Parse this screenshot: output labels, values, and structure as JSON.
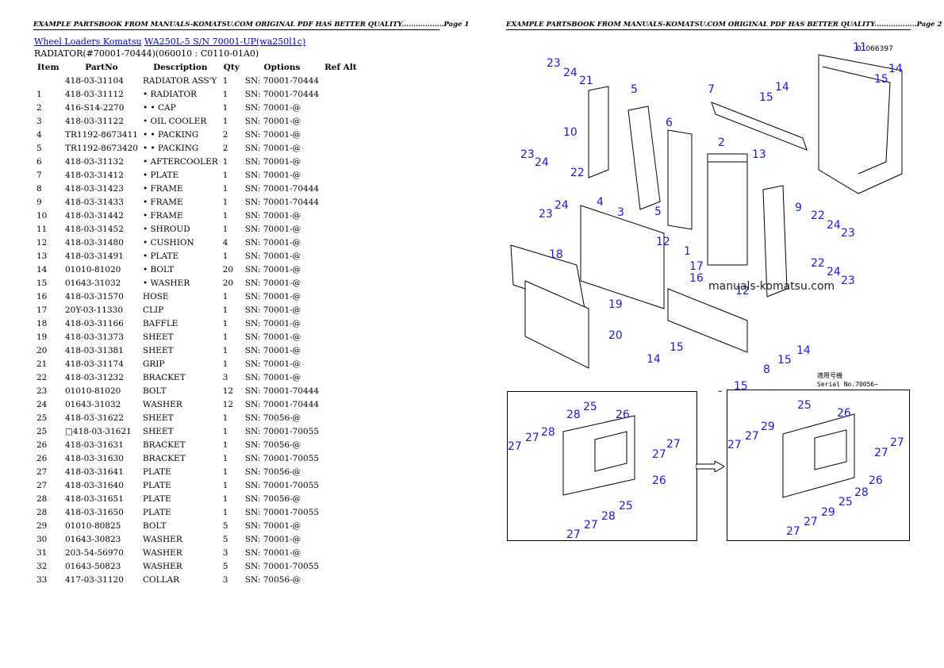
{
  "header_left": "EXAMPLE PARTSBOOK FROM MANUALS-KOMATSU.COM ORIGINAL PDF HAS BETTER QUALITY..................Page 1",
  "header_right": "EXAMPLE PARTSBOOK FROM MANUALS-KOMATSU.COM ORIGINAL PDF HAS BETTER QUALITY..................Page 2",
  "breadcrumb": {
    "link1": "Wheel Loaders Komatsu",
    "link2": "WA250L-5 S/N 70001-UP(wa250l1c)"
  },
  "subtitle": "RADIATOR(#70001-70444)(060010 : C0110-01A0)",
  "columns": [
    "Item",
    "PartNo",
    "Description",
    "Qty",
    "Options",
    "Ref Alt"
  ],
  "rows": [
    [
      "",
      "418-03-31104",
      "RADIATOR ASS'Y",
      "1",
      "SN: 70001-70444"
    ],
    [
      "1",
      "418-03-31112",
      "• RADIATOR",
      "1",
      "SN: 70001-70444"
    ],
    [
      "2",
      "416-S14-2270",
      "• • CAP",
      "1",
      "SN: 70001-@"
    ],
    [
      "3",
      "418-03-31122",
      "• OIL COOLER",
      "1",
      "SN: 70001-@"
    ],
    [
      "4",
      "TR1192-8673411",
      "• • PACKING",
      "2",
      "SN: 70001-@"
    ],
    [
      "5",
      "TR1192-8673420",
      "• • PACKING",
      "2",
      "SN: 70001-@"
    ],
    [
      "6",
      "418-03-31132",
      "• AFTERCOOLER",
      "1",
      "SN: 70001-@"
    ],
    [
      "7",
      "418-03-31412",
      "• PLATE",
      "1",
      "SN: 70001-@"
    ],
    [
      "8",
      "418-03-31423",
      "• FRAME",
      "1",
      "SN: 70001-70444"
    ],
    [
      "9",
      "418-03-31433",
      "• FRAME",
      "1",
      "SN: 70001-70444"
    ],
    [
      "10",
      "418-03-31442",
      "• FRAME",
      "1",
      "SN: 70001-@"
    ],
    [
      "11",
      "418-03-31452",
      "• SHROUD",
      "1",
      "SN: 70001-@"
    ],
    [
      "12",
      "418-03-31480",
      "• CUSHION",
      "4",
      "SN: 70001-@"
    ],
    [
      "13",
      "418-03-31491",
      "• PLATE",
      "1",
      "SN: 70001-@"
    ],
    [
      "14",
      "01010-81020",
      "• BOLT",
      "20",
      "SN: 70001-@"
    ],
    [
      "15",
      "01643-31032",
      "• WASHER",
      "20",
      "SN: 70001-@"
    ],
    [
      "16",
      "418-03-31570",
      "HOSE",
      "1",
      "SN: 70001-@"
    ],
    [
      "17",
      "20Y-03-11330",
      "CLIP",
      "1",
      "SN: 70001-@"
    ],
    [
      "18",
      "418-03-31166",
      "BAFFLE",
      "1",
      "SN: 70001-@"
    ],
    [
      "19",
      "418-03-31373",
      "SHEET",
      "1",
      "SN: 70001-@"
    ],
    [
      "20",
      "418-03-31381",
      "SHEET",
      "1",
      "SN: 70001-@"
    ],
    [
      "21",
      "418-03-31174",
      "GRIP",
      "1",
      "SN: 70001-@"
    ],
    [
      "22",
      "418-03-31232",
      "BRACKET",
      "3",
      "SN: 70001-@"
    ],
    [
      "23",
      "01010-81020",
      "BOLT",
      "12",
      "SN: 70001-70444"
    ],
    [
      "24",
      "01643-31032",
      "WASHER",
      "12",
      "SN: 70001-70444"
    ],
    [
      "25",
      "418-03-31622",
      "SHEET",
      "1",
      "SN: 70056-@"
    ],
    [
      "25",
      "□418-03-31621",
      "SHEET",
      "1",
      "SN: 70001-70055"
    ],
    [
      "26",
      "418-03-31631",
      "BRACKET",
      "1",
      "SN: 70056-@"
    ],
    [
      "26",
      "418-03-31630",
      "BRACKET",
      "1",
      "SN: 70001-70055"
    ],
    [
      "27",
      "418-03-31641",
      "PLATE",
      "1",
      "SN: 70056-@"
    ],
    [
      "27",
      "418-03-31640",
      "PLATE",
      "1",
      "SN: 70001-70055"
    ],
    [
      "28",
      "418-03-31651",
      "PLATE",
      "1",
      "SN: 70056-@"
    ],
    [
      "28",
      "418-03-31650",
      "PLATE",
      "1",
      "SN: 70001-70055"
    ],
    [
      "29",
      "01010-80825",
      "BOLT",
      "5",
      "SN: 70001-@"
    ],
    [
      "30",
      "01643-30823",
      "WASHER",
      "5",
      "SN: 70001-@"
    ],
    [
      "31",
      "203-54-56970",
      "WASHER",
      "3",
      "SN: 70001-@"
    ],
    [
      "32",
      "01643-50823",
      "WASHER",
      "5",
      "SN: 70001-70055"
    ],
    [
      "33",
      "417-03-31120",
      "COLLAR",
      "3",
      "SN: 70056-@"
    ]
  ],
  "diagram": {
    "watermark": "manuals-komatsu.com",
    "serial_note_1": "適用号機",
    "serial_note_2": "Serial No.70056~",
    "drawing_code": "01066397",
    "arrow_icon": "right-arrow-icon"
  }
}
